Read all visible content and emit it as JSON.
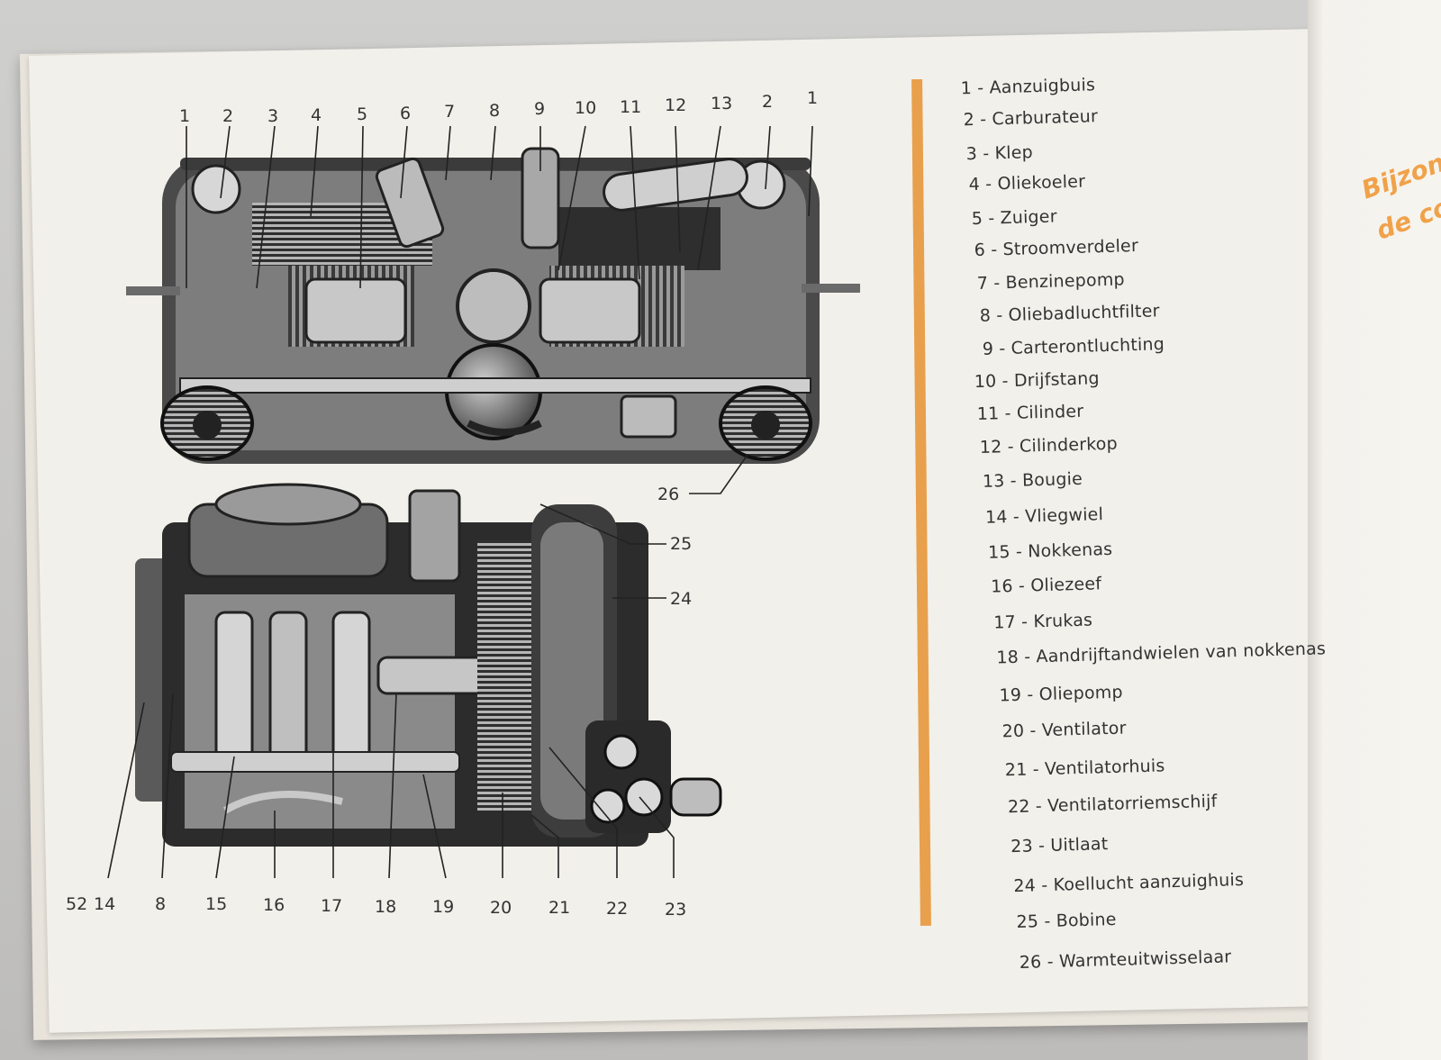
{
  "page_number": "52",
  "side_heading": [
    "Bijzonde",
    "de cons"
  ],
  "top_callouts": [
    "1",
    "2",
    "3",
    "4",
    "5",
    "6",
    "7",
    "8",
    "9",
    "10",
    "11",
    "12",
    "13",
    "2",
    "1"
  ],
  "side_callouts": [
    "26",
    "25",
    "24"
  ],
  "bottom_callouts": [
    "14",
    "8",
    "15",
    "16",
    "17",
    "18",
    "19",
    "20",
    "21",
    "22",
    "23"
  ],
  "legend": [
    "1 - Aanzuigbuis",
    "2 - Carburateur",
    "3 - Klep",
    "4 - Oliekoeler",
    "5 - Zuiger",
    "6 - Stroomverdeler",
    "7 - Benzinepomp",
    "8 - Oliebadluchtfilter",
    "9 - Carterontluchting",
    "10 - Drijfstang",
    "11 - Cilinder",
    "12 - Cilinderkop",
    "13 - Bougie",
    "14 - Vliegwiel",
    "15 - Nokkenas",
    "16 - Oliezeef",
    "17 - Krukas",
    "18 - Aandrijftandwielen van nokkenas",
    "19 - Oliepomp",
    "20 - Ventilator",
    "21 - Ventilatorhuis",
    "22 - Ventilatorriemschijf",
    "23 - Uitlaat",
    "24 - Koellucht aanzuighuis",
    "25 - Bobine",
    "26 - Warmteuitwisselaar"
  ],
  "colors": {
    "accent_bar": "#e8a04c",
    "heading": "#f0a24a",
    "paper": "#f2f0ea"
  }
}
